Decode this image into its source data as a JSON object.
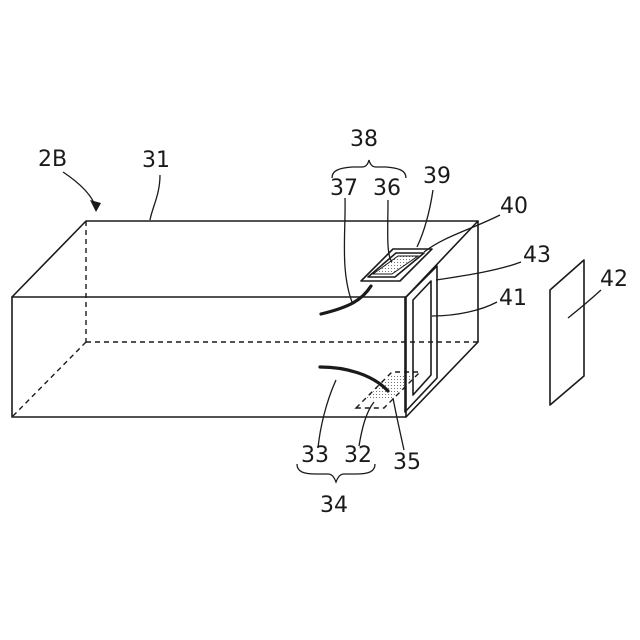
{
  "labels": {
    "device": "2B",
    "housing": "31",
    "group_top": "38",
    "sub_top_left": "37",
    "sub_top_right": "36",
    "frame_outer": "39",
    "frame_inner": "40",
    "window_frame": "43",
    "window": "41",
    "external_plate": "42",
    "group_bottom": "34",
    "sub_bottom_left": "33",
    "sub_bottom_right": "32",
    "pad": "35"
  }
}
